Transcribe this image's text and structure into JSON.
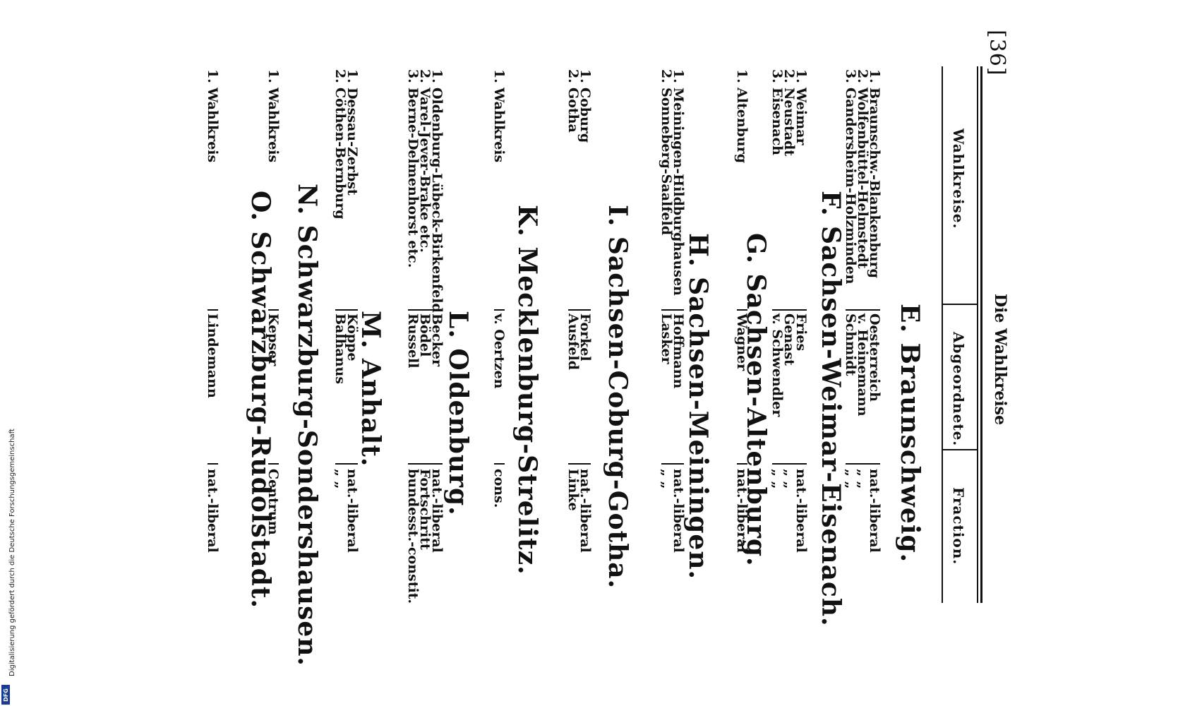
{
  "page_number": "[36]",
  "running_title": "Die Wahlkreise",
  "columns": {
    "wahlkreise": "Wahlkreise.",
    "abgeordnete": "Abgeordnete.",
    "fraction": "Fraction."
  },
  "sections": [
    {
      "heading": "E. Braunschweig.",
      "rows": [
        {
          "num": "1.",
          "kreis": "Braunschw.-Blankenburg",
          "abgeordneter": "Oesterreich",
          "fraction": "nat.-liberal"
        },
        {
          "num": "2.",
          "kreis": "Wolfenbüttel-Helmstedt",
          "abgeordneter": "v. Heinemann",
          "fraction": "„ „"
        },
        {
          "num": "3.",
          "kreis": "Gandersheim-Holzminden",
          "abgeordneter": "Schmidt",
          "fraction": "„ „"
        }
      ]
    },
    {
      "heading": "F. Sachsen-Weimar-Eisenach.",
      "rows": [
        {
          "num": "1.",
          "kreis": "Weimar",
          "abgeordneter": "Fries",
          "fraction": "nat.-liberal"
        },
        {
          "num": "2.",
          "kreis": "Neustadt",
          "abgeordneter": "Genast",
          "fraction": "„ „"
        },
        {
          "num": "3.",
          "kreis": "Eisenach",
          "abgeordneter": "v. Schwendler",
          "fraction": "„ „"
        }
      ]
    },
    {
      "heading": "G. Sachsen-Altenburg.",
      "rows": [
        {
          "num": "1.",
          "kreis": "Altenburg",
          "abgeordneter": "Wagner",
          "fraction": "nat.-liberal"
        }
      ]
    },
    {
      "heading": "H. Sachsen-Meiningen.",
      "rows": [
        {
          "num": "1.",
          "kreis": "Meiningen-Hildburghausen",
          "abgeordneter": "Hoffmann",
          "fraction": "nat.-liberal"
        },
        {
          "num": "2.",
          "kreis": "Sonneberg-Saalfeld",
          "abgeordneter": "Lasker",
          "fraction": "„ „"
        }
      ]
    },
    {
      "heading": "I. Sachsen-Coburg-Gotha.",
      "rows": [
        {
          "num": "1.",
          "kreis": "Coburg",
          "abgeordneter": "Forkel",
          "fraction": "nat.-liberal"
        },
        {
          "num": "2.",
          "kreis": "Gotha",
          "abgeordneter": "Ausfeld",
          "fraction": "Linke"
        }
      ]
    },
    {
      "heading": "K. Mecklenburg-Strelitz.",
      "rows": [
        {
          "num": "1.",
          "kreis": "Wahlkreis",
          "abgeordneter": "v. Oertzen",
          "fraction": "cons."
        }
      ]
    },
    {
      "heading": "L. Oldenburg.",
      "rows": [
        {
          "num": "1.",
          "kreis": "Oldenburg-Lübeck-Birkenfeld",
          "abgeordneter": "Becker",
          "fraction": "nat.-liberal"
        },
        {
          "num": "2.",
          "kreis": "Varel-Jever-Brake etc.",
          "abgeordneter": "Bödel",
          "fraction": "Fortschritt"
        },
        {
          "num": "3.",
          "kreis": "Berne-Delmenhorst etc.",
          "abgeordneter": "Russell",
          "fraction": "bundesst.-constit."
        }
      ]
    },
    {
      "heading": "M. Anhalt.",
      "rows": [
        {
          "num": "1.",
          "kreis": "Dessau-Zerbst",
          "abgeordneter": "Köppe",
          "fraction": "nat.-liberal"
        },
        {
          "num": "2.",
          "kreis": "Cöthen-Bernburg",
          "abgeordneter": "Balhanus",
          "fraction": "„ „"
        }
      ]
    },
    {
      "heading": "N. Schwarzburg-Sondershausen.",
      "rows": [
        {
          "num": "1.",
          "kreis": "Wahlkreis",
          "abgeordneter": "Kepser",
          "fraction": "Centrum"
        }
      ]
    },
    {
      "heading": "O. Schwarzburg-Rudolstadt.",
      "rows": [
        {
          "num": "1.",
          "kreis": "Wahlkreis",
          "abgeordneter": "Lindemann",
          "fraction": "nat.-liberal"
        }
      ]
    }
  ],
  "footer_credit": "Digitalisierung gefördert durch die Deutsche Forschungsgemeinschaft",
  "footer_logo": "DFG",
  "colors": {
    "ink": "#111111",
    "paper": "#ffffff",
    "dfg_blue": "#1a3d8f"
  }
}
